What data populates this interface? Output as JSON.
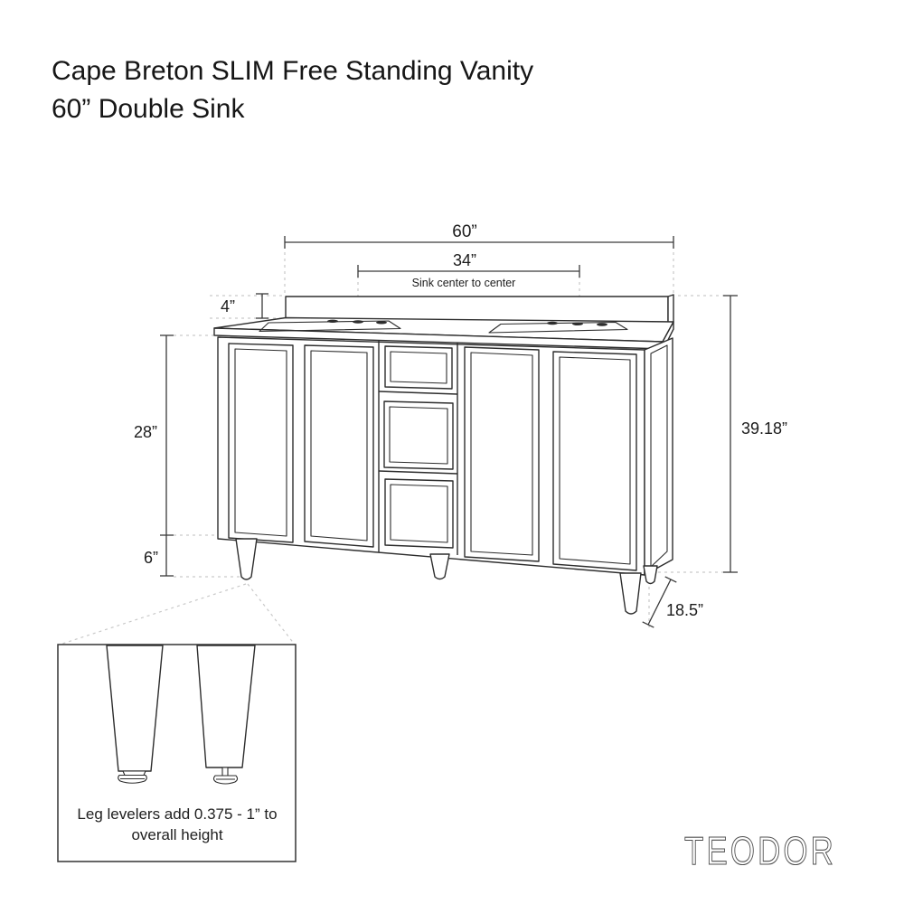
{
  "title": {
    "line1": "Cape Breton SLIM Free Standing Vanity",
    "line2": "60” Double Sink"
  },
  "dimensions": {
    "overall_width": "60”",
    "sink_center_to_center": "34”",
    "sink_center_note": "Sink center to center",
    "backsplash_height": "4”",
    "cabinet_height": "28”",
    "leg_height": "6”",
    "overall_height": "39.18”",
    "depth": "18.5”"
  },
  "inset_note": {
    "line1": "Leg levelers add 0.375 - 1” to",
    "line2": "overall height"
  },
  "brand": "TEODOR",
  "colors": {
    "line": "#2d2d2d",
    "dimension_line": "#3a3a3a",
    "dashed_guide": "#c9c9c9",
    "text": "#1c1c1c",
    "brand": "#4f4f4f",
    "background": "#ffffff"
  }
}
